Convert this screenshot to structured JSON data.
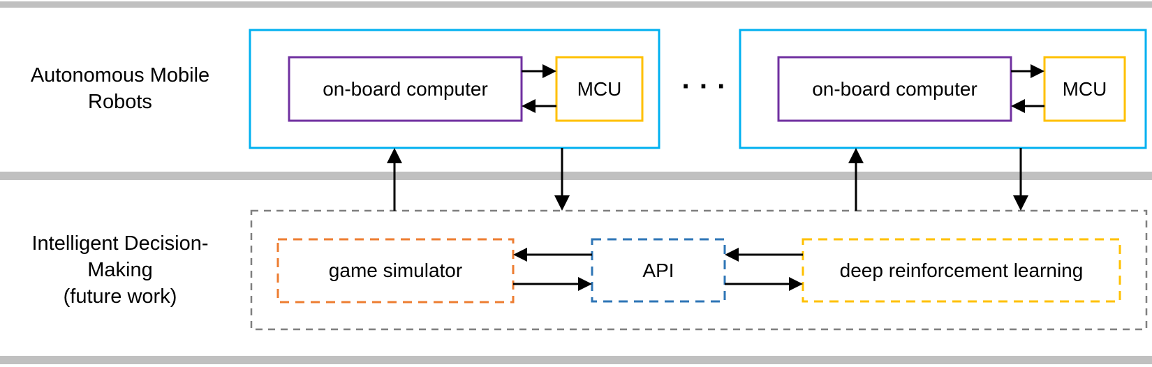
{
  "diagram": {
    "top_row_label": "Autonomous Mobile\nRobots",
    "bottom_row_label": "Intelligent Decision-\nMaking\n(future work)",
    "ellipsis": "···",
    "robot1": {
      "computer_label": "on-board computer",
      "mcu_label": "MCU"
    },
    "robot2": {
      "computer_label": "on-board computer",
      "mcu_label": "MCU"
    },
    "future_work": {
      "simulator_label": "game simulator",
      "api_label": "API",
      "drl_label": "deep reinforcement learning"
    },
    "colors": {
      "robot_group_border": "#00b0f0",
      "computer_border": "#7030a0",
      "mcu_border": "#ffc000",
      "simulator_border": "#ed7d31",
      "api_border": "#2e75b6",
      "drl_border": "#ffc000",
      "container_border": "#7f7f7f",
      "divider_bar": "#c0c0c0",
      "arrow": "#000000"
    }
  }
}
